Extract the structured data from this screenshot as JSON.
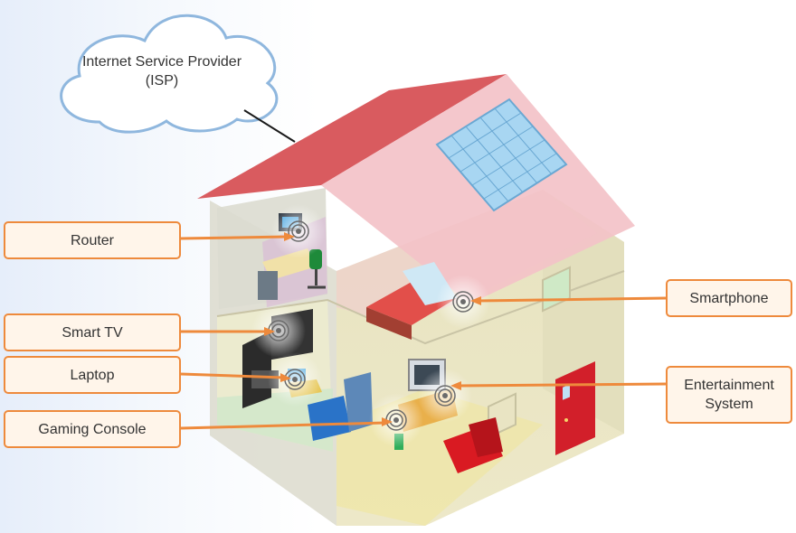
{
  "cloud": {
    "line1": "Internet Service Provider",
    "line2": "(ISP)"
  },
  "callouts": {
    "router": "Router",
    "smart_tv": "Smart TV",
    "laptop": "Laptop",
    "gaming_console": "Gaming Console",
    "smartphone": "Smartphone",
    "entertainment_line1": "Entertainment",
    "entertainment_line2": "System"
  },
  "colors": {
    "callout_border": "#ee8a3c",
    "callout_fill": "#fff5ea",
    "roof": "#d95b5f",
    "roof_side": "#f3c2c8",
    "wall": "#ece8c9",
    "door": "#d21f2a",
    "solar_panel": "#9fd0ee"
  }
}
